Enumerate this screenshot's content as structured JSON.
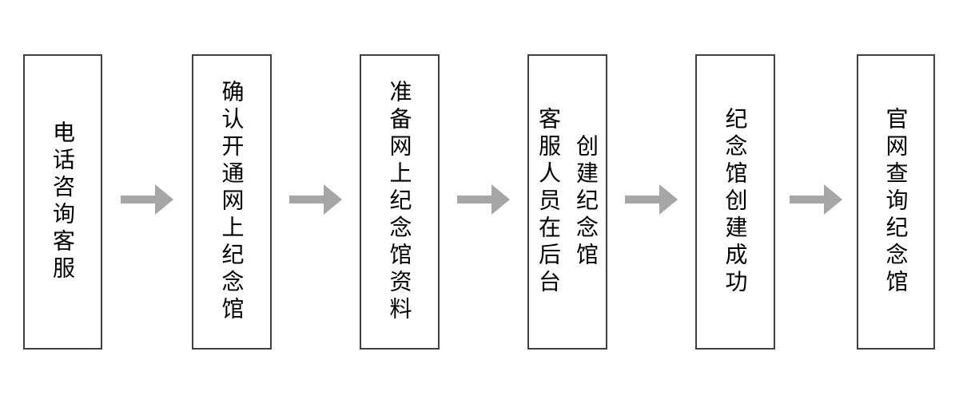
{
  "flowchart": {
    "title": "online-memorial-hall-creation-process",
    "steps": [
      {
        "label": "电话咨询客服"
      },
      {
        "label": "确认开通网上纪念馆"
      },
      {
        "label": "准备网上纪念馆资料"
      },
      {
        "label": "客服人员在后台\n创建纪念馆"
      },
      {
        "label": "纪念馆创建成功"
      },
      {
        "label": "官网查询纪念馆"
      }
    ],
    "colors": {
      "box_border": "#404040",
      "arrow": "#a6a6a6",
      "text": "#000000",
      "background": "#ffffff"
    }
  }
}
